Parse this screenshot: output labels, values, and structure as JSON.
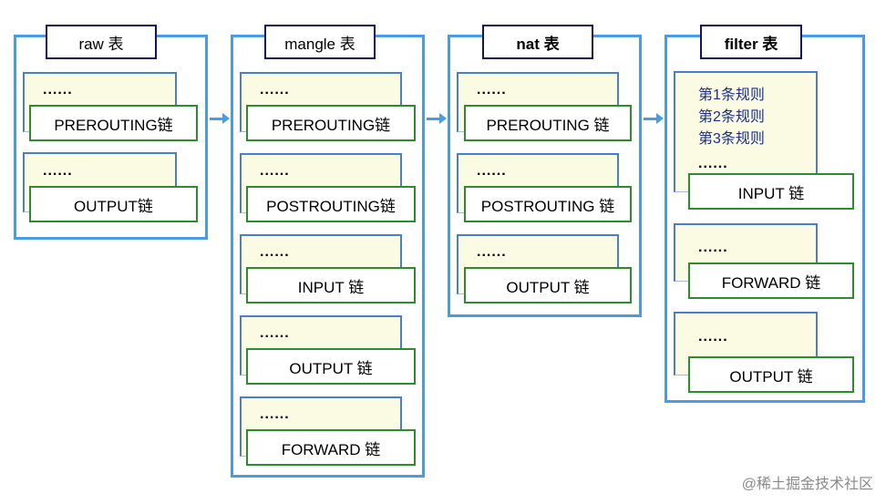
{
  "tables": [
    {
      "title": "raw 表",
      "bold": false,
      "rules": [
        "......",
        "......"
      ],
      "chains": [
        "PREROUTING链",
        "OUTPUT链"
      ]
    },
    {
      "title": "mangle 表",
      "bold": false,
      "rules": [
        "......",
        "......",
        "......",
        "......",
        "......"
      ],
      "chains": [
        "PREROUTING链",
        "POSTROUTING链",
        "INPUT 链",
        "OUTPUT 链",
        "FORWARD 链"
      ]
    },
    {
      "title": "nat 表",
      "bold": true,
      "rules": [
        "......",
        "......",
        "......"
      ],
      "chains": [
        "PREROUTING 链",
        "POSTROUTING 链",
        "OUTPUT 链"
      ]
    },
    {
      "title": "filter 表",
      "bold": true,
      "rules": [
        "......",
        "......"
      ],
      "chains": [
        "INPUT 链",
        "FORWARD 链",
        "OUTPUT 链"
      ],
      "first_rules": [
        "第1条规则",
        "第2条规则",
        "第3条规则",
        "......"
      ]
    }
  ],
  "watermark": "@稀土掘金技术社区",
  "colors": {
    "table_border": "#4a9be0",
    "title_border": "#14145a",
    "chain_border": "#2e8b2e",
    "rule_bg": "#fbfbe4",
    "rule_text": "#1a2f86"
  }
}
